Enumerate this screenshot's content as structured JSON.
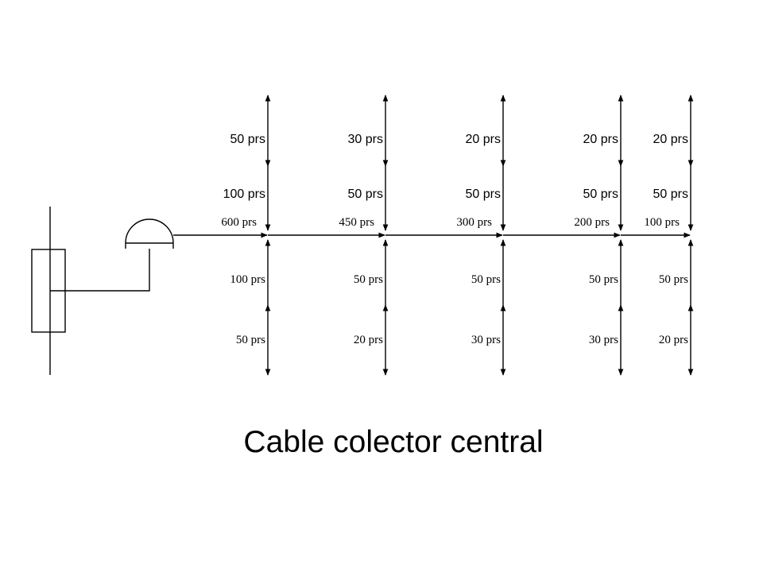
{
  "title": "Cable colector central",
  "colors": {
    "stroke": "#000000",
    "background": "#ffffff"
  },
  "feeder": {
    "segments": [
      {
        "label": "600 prs"
      },
      {
        "label": "450 prs"
      },
      {
        "label": "300 prs"
      },
      {
        "label": "200 prs"
      },
      {
        "label": "100 prs"
      }
    ]
  },
  "branches": [
    {
      "up_outer": "50 prs",
      "up_inner": "100 prs",
      "down_inner": "100 prs",
      "down_outer": "50 prs"
    },
    {
      "up_outer": "30 prs",
      "up_inner": "50 prs",
      "down_inner": "50 prs",
      "down_outer": "20 prs"
    },
    {
      "up_outer": "20 prs",
      "up_inner": "50 prs",
      "down_inner": "50 prs",
      "down_outer": "30 prs"
    },
    {
      "up_outer": "20 prs",
      "up_inner": "50 prs",
      "down_inner": "50 prs",
      "down_outer": "30 prs"
    },
    {
      "up_outer": "20 prs",
      "up_inner": "50 prs",
      "down_inner": "50 prs",
      "down_outer": "20 prs"
    }
  ]
}
